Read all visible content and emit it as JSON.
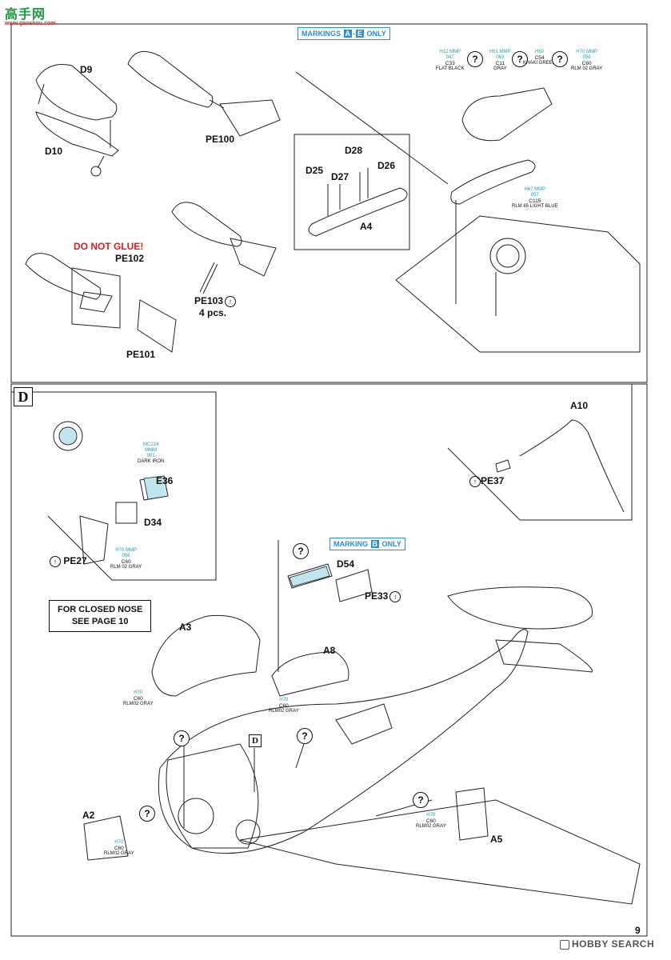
{
  "header": {
    "logo_chars": "高手网",
    "logo_url": "www.gaoshou.com"
  },
  "top_section": {
    "markings_badge": {
      "prefix": "MARKINGS",
      "letter1": "A",
      "sep": "-",
      "letter2": "E",
      "suffix": "ONLY"
    },
    "paints": [
      {
        "codes": "H12  MMP",
        "sub": "047",
        "main": "C33",
        "name": "FLAT BLACK"
      },
      {
        "codes": "H61  MMP",
        "sub": "063",
        "main": "C11",
        "name": "GRAY"
      },
      {
        "codes": "H60",
        "sub": "",
        "main": "C54",
        "name": "KHAKI GREEN"
      },
      {
        "codes": "H70  MMP",
        "sub": "056",
        "main": "C60",
        "name": "RLM 02 GRAY"
      }
    ],
    "lightblue": {
      "codes": "H67  MMP",
      "sub": "057",
      "main": "C115",
      "name": "RLM 65 LIGHT BLUE"
    },
    "labels": {
      "d9": "D9",
      "d10": "D10",
      "pe100": "PE100",
      "do_not_glue": "DO NOT GLUE!",
      "pe102": "PE102",
      "pe101": "PE101",
      "pe103": "PE103",
      "pe103_qty": "4 pcs.",
      "d28": "D28",
      "d25": "D25",
      "d27": "D27",
      "d26": "D26",
      "a4": "A4"
    }
  },
  "bottom_section": {
    "step_letter": "D",
    "darkiron": {
      "codes": "MC214",
      "sub": "MMM",
      "main": "001",
      "name": "DARK IRON"
    },
    "rlm02_small": {
      "codes": "H70  MMP",
      "sub": "056",
      "main": "C60",
      "name": "RLM 02 GRAY"
    },
    "rlm02": {
      "codes": "H70",
      "main": "C60",
      "name": "RLM02 GRAY"
    },
    "marking_b": {
      "prefix": "MARKING",
      "letter": "B",
      "suffix": "ONLY"
    },
    "closed_nose_note": [
      "FOR CLOSED NOSE",
      "SEE PAGE 10"
    ],
    "labels": {
      "e36": "E36",
      "d34": "D34",
      "pe27": "PE27",
      "a10": "A10",
      "pe37": "PE37",
      "d54": "D54",
      "pe33": "PE33",
      "a3": "A3",
      "a8": "A8",
      "a2": "A2",
      "a5": "A5",
      "d_ref": "D"
    }
  },
  "footer": {
    "page_number": "9",
    "watermark": "HOBBY SEARCH"
  }
}
